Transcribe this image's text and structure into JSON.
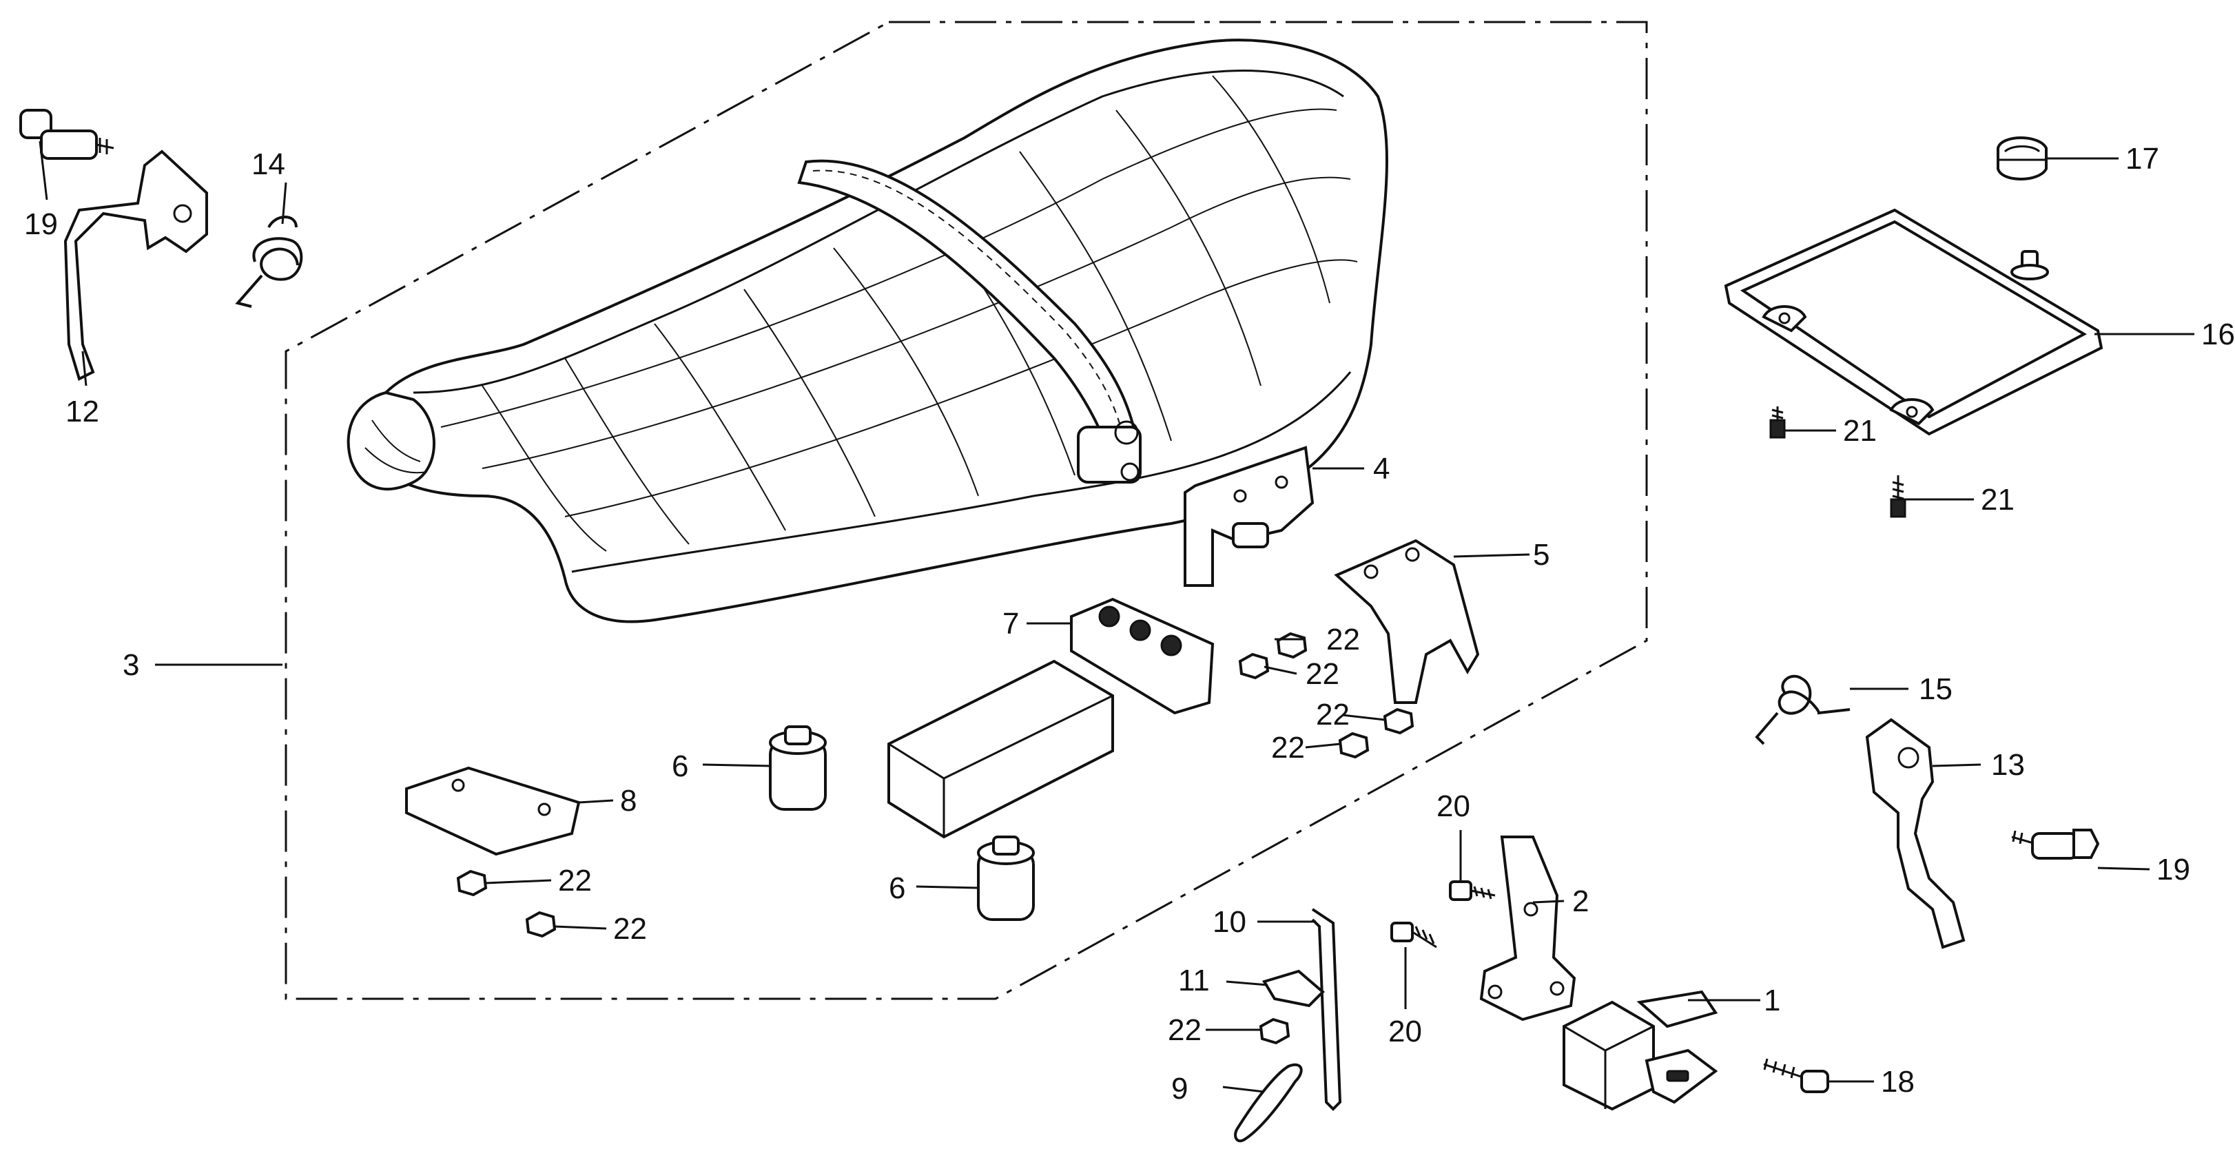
{
  "labels": {
    "l1": "1",
    "l2": "2",
    "l3": "3",
    "l4": "4",
    "l5": "5",
    "l6a": "6",
    "l6b": "6",
    "l7": "7",
    "l8": "8",
    "l9": "9",
    "l10": "10",
    "l11": "11",
    "l12": "12",
    "l13": "13",
    "l14": "14",
    "l15": "15",
    "l16": "16",
    "l17": "17",
    "l18": "18",
    "l19a": "19",
    "l19b": "19",
    "l20a": "20",
    "l20b": "20",
    "l21a": "21",
    "l21b": "21",
    "l22a": "22",
    "l22b": "22",
    "l22c": "22",
    "l22d": "22",
    "l22e": "22",
    "l22f": "22",
    "l22g": "22"
  }
}
